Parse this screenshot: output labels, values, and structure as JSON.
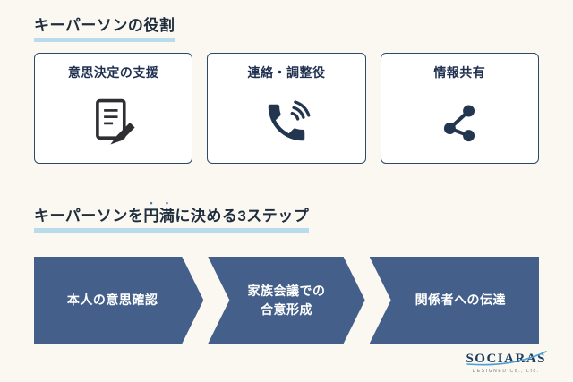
{
  "page": {
    "background": "#FAF8F1",
    "accent_highlight": "#B9DCEC",
    "navy": "#2C4A68",
    "arrow_color": "#44608A",
    "emphasis_dot_color": "#3D7FB8"
  },
  "section_roles": {
    "title": "キーパーソンの役割",
    "cards": [
      {
        "label": "意思決定の支援",
        "icon": "document-pencil-icon"
      },
      {
        "label": "連絡・調整役",
        "icon": "phone-icon"
      },
      {
        "label": "情報共有",
        "icon": "share-icon"
      }
    ]
  },
  "section_steps": {
    "title_prefix": "キーパーソンを",
    "title_emphasis": "円満",
    "title_suffix": "に決める3ステップ",
    "steps": [
      "本人の意思確認",
      "家族会議での\n合意形成",
      "関係者への伝達"
    ]
  },
  "footer": {
    "logo_text": "SOCIARAS",
    "logo_subtext": "DESIGNED Co., Ltd."
  }
}
